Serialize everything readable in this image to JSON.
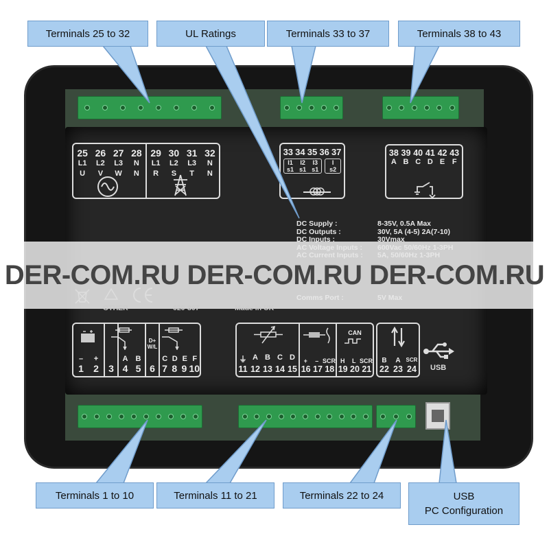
{
  "callouts_top": [
    {
      "label": "Terminals 25 to 32"
    },
    {
      "label": "UL Ratings"
    },
    {
      "label": "Terminals 33 to 37"
    },
    {
      "label": "Terminals 38 to 43"
    }
  ],
  "callouts_bottom": [
    {
      "label": "Terminals 1 to 10"
    },
    {
      "label": "Terminals 11 to 21"
    },
    {
      "label": "Terminals 22 to 24"
    },
    {
      "label": "USB",
      "sub": "PC Configuration"
    }
  ],
  "voltage_block": {
    "cols": [
      {
        "num": "25",
        "a": "L1",
        "b": "U"
      },
      {
        "num": "26",
        "a": "L2",
        "b": "V"
      },
      {
        "num": "27",
        "a": "L3",
        "b": "W"
      },
      {
        "num": "28",
        "a": "N",
        "b": "N"
      },
      {
        "num": "29",
        "a": "L1",
        "b": "R"
      },
      {
        "num": "30",
        "a": "L2",
        "b": "S"
      },
      {
        "num": "31",
        "a": "L3",
        "b": "T"
      },
      {
        "num": "32",
        "a": "N",
        "b": "N"
      }
    ]
  },
  "ct_block": {
    "nums": [
      "33",
      "34",
      "35",
      "36",
      "37"
    ],
    "i_labels": [
      "I1",
      "I2",
      "I3",
      "I"
    ],
    "s_labels": [
      "s1",
      "s1",
      "s1",
      "s2"
    ]
  },
  "relay_block": {
    "nums": [
      "38",
      "39",
      "40",
      "41",
      "42",
      "43"
    ],
    "letters": [
      "A",
      "B",
      "C",
      "D",
      "E",
      "F"
    ]
  },
  "specs": [
    {
      "k": "DC Supply :",
      "v": "8-35V,  0.5A Max"
    },
    {
      "k": "DC Outputs :",
      "v": "30V, 5A (4-5) 2A(7-10)"
    },
    {
      "k": "DC Inputs :",
      "v": "30Vmax"
    },
    {
      "k": "AC Voltage Inputs :",
      "v": "600Vac 50/60Hz 1-3PH"
    },
    {
      "k": "AC Current Inputs :",
      "v": "5A, 50/60Hz 1-3PH"
    },
    {
      "k": "Comms Port :",
      "v": "5V Max"
    }
  ],
  "marks": {
    "recycle": "OTHER",
    "part_no": "020-307",
    "origin": "Made in UK"
  },
  "bottom_block1": {
    "sections": [
      {
        "letters": [
          "–",
          "+"
        ],
        "nums": [
          "1",
          "2"
        ]
      },
      {
        "letters": [
          ""
        ],
        "nums": [
          "3"
        ]
      },
      {
        "letters": [
          "A",
          "B"
        ],
        "nums": [
          "4",
          "5"
        ]
      },
      {
        "top": "D+\nW/L",
        "letters": [
          ""
        ],
        "nums": [
          "6"
        ]
      },
      {
        "letters": [
          "C",
          "D",
          "E",
          "F"
        ],
        "nums": [
          "7",
          "8",
          "9",
          "10"
        ]
      }
    ]
  },
  "bottom_block2": {
    "sections": [
      {
        "letters": [
          "⏚",
          "A",
          "B",
          "C",
          "D"
        ],
        "nums": [
          "11",
          "12",
          "13",
          "14",
          "15"
        ]
      },
      {
        "letters": [
          "+",
          "–",
          "SCR"
        ],
        "nums": [
          "16",
          "17",
          "18"
        ]
      },
      {
        "top": "CAN",
        "letters": [
          "H",
          "L",
          "SCR"
        ],
        "nums": [
          "19",
          "20",
          "21"
        ]
      }
    ]
  },
  "bottom_block3": {
    "letters": [
      "B",
      "A",
      "SCR"
    ],
    "nums": [
      "22",
      "23",
      "24"
    ]
  },
  "usb_label": "USB",
  "watermark": "DER-COM.RU DER-COM.RU DER-COM.RU",
  "colors": {
    "callout_fill": "#a9cdef",
    "callout_border": "#6f9ccb",
    "connector": "#2f9a4e",
    "plate": "#262626"
  }
}
